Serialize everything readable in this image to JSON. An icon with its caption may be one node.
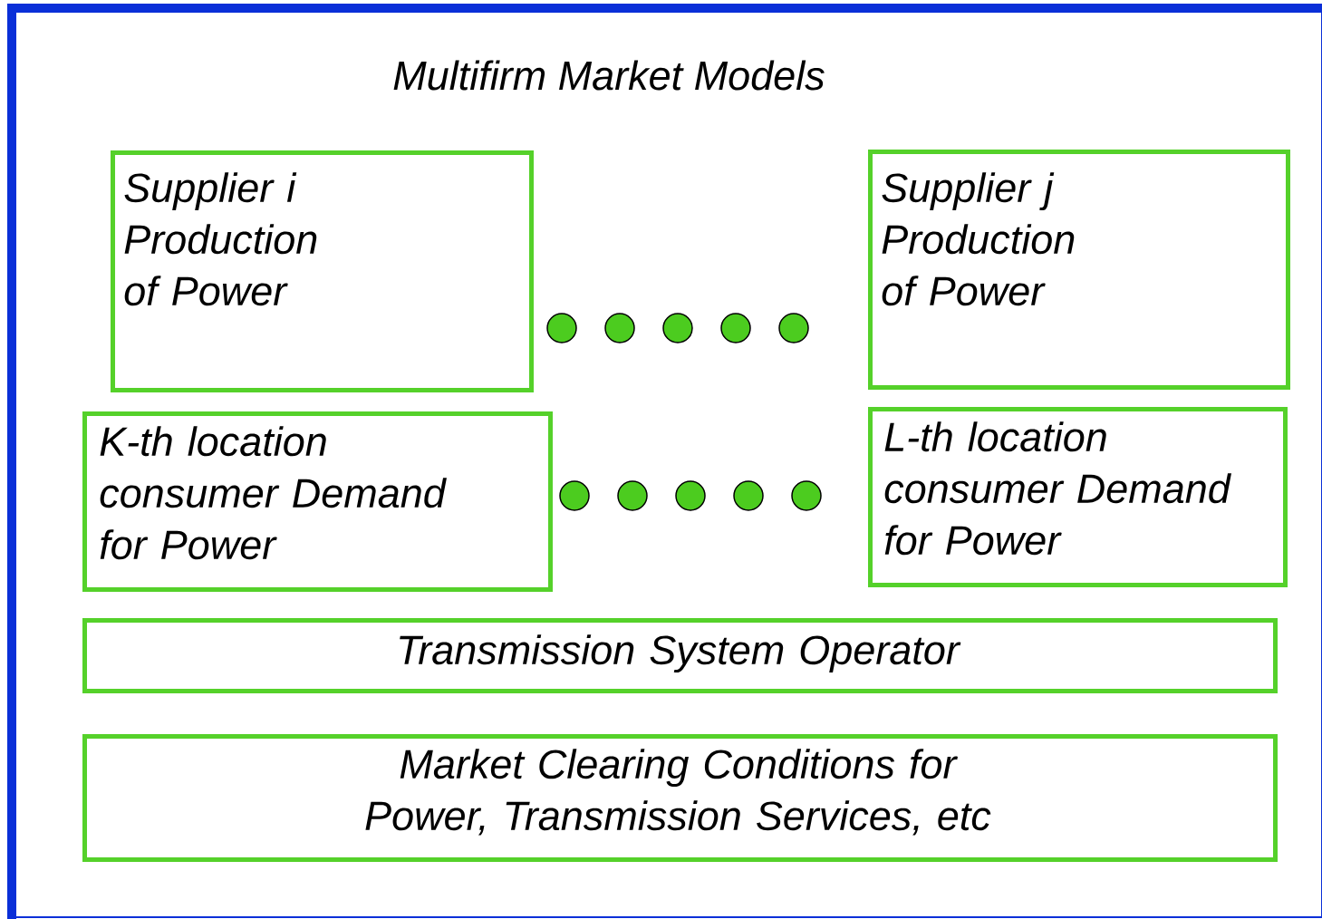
{
  "diagram": {
    "title": "Multifirm Market Models",
    "nodes": [
      {
        "text": [
          "Supplier i Production of Power"
        ]
      },
      {
        "text": [
          "Supplier j Production of Power"
        ]
      },
      {
        "text": [
          "K-th location consumer Demand for Power"
        ]
      },
      {
        "text": [
          "L-th location consumer Demand for Power"
        ]
      },
      {
        "text": [
          "Transmission System Operator"
        ]
      },
      {
        "text": [
          "Market Clearing Conditions for Power, Transmission Services, etc"
        ]
      }
    ]
  }
}
